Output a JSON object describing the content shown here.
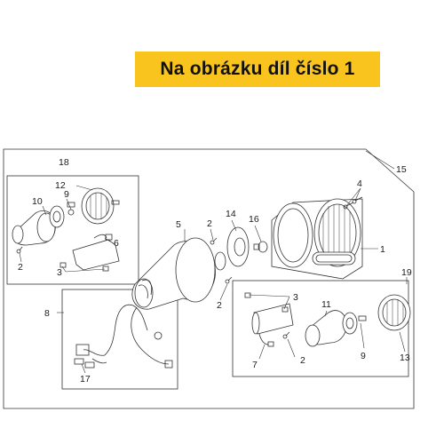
{
  "banner": {
    "text": "Na obrázku díl číslo 1",
    "color": "#f9c41d"
  },
  "callouts": {
    "c1": "1",
    "c2a": "2",
    "c2b": "2",
    "c2c": "2",
    "c2d": "2",
    "c3a": "3",
    "c3b": "3",
    "c4": "4",
    "c5": "5",
    "c6": "6",
    "c7": "7",
    "c8": "8",
    "c9a": "9",
    "c9b": "9",
    "c10": "10",
    "c11": "11",
    "c12": "12",
    "c13": "13",
    "c14": "14",
    "c15": "15",
    "c16": "16",
    "c17": "17",
    "c18": "18",
    "c19": "19"
  }
}
